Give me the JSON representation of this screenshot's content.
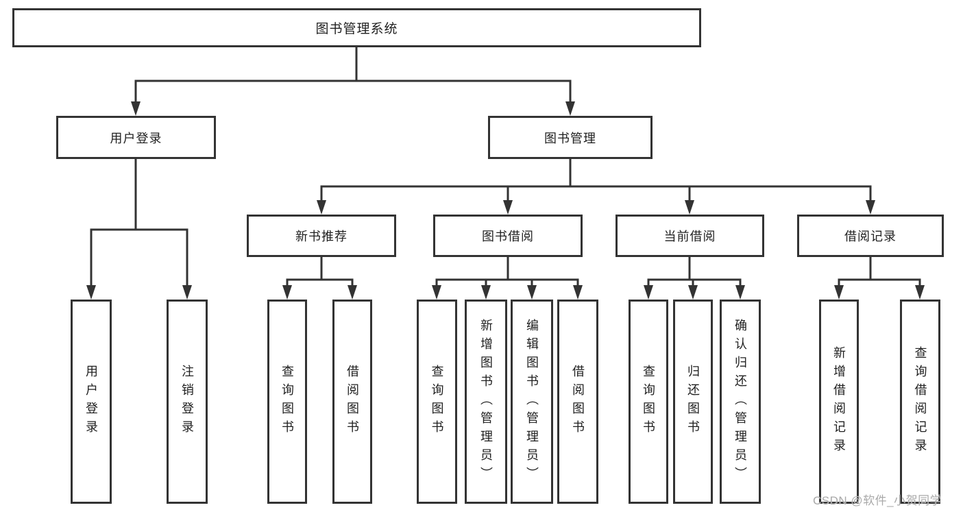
{
  "diagram": {
    "root": {
      "label": "图书管理系统"
    },
    "level2": [
      {
        "id": "user-login",
        "label": "用户登录"
      },
      {
        "id": "book-management",
        "label": "图书管理"
      }
    ],
    "level3": [
      {
        "id": "new-book-recommend",
        "label": "新书推荐"
      },
      {
        "id": "book-borrow",
        "label": "图书借阅"
      },
      {
        "id": "current-borrow",
        "label": "当前借阅"
      },
      {
        "id": "borrow-records",
        "label": "借阅记录"
      }
    ],
    "leaves": [
      {
        "parent": "user-login",
        "label": "用户登录"
      },
      {
        "parent": "user-login",
        "label": "注销登录"
      },
      {
        "parent": "new-book-recommend",
        "label": "查询图书"
      },
      {
        "parent": "new-book-recommend",
        "label": "借阅图书"
      },
      {
        "parent": "book-borrow",
        "label": "查询图书"
      },
      {
        "parent": "book-borrow",
        "label": "新增图书（管理员）"
      },
      {
        "parent": "book-borrow",
        "label": "编辑图书（管理员）"
      },
      {
        "parent": "book-borrow",
        "label": "借阅图书"
      },
      {
        "parent": "current-borrow",
        "label": "查询图书"
      },
      {
        "parent": "current-borrow",
        "label": "归还图书"
      },
      {
        "parent": "current-borrow",
        "label": "确认归还（管理员）"
      },
      {
        "parent": "borrow-records",
        "label": "新增借阅记录"
      },
      {
        "parent": "borrow-records",
        "label": "查询借阅记录"
      }
    ]
  },
  "colors": {
    "line": "#333333",
    "text": "#1f1f1f",
    "background": "#ffffff",
    "watermark": "#a9a9a9"
  },
  "watermark": {
    "text": "CSDN @软件_小贺同学"
  }
}
